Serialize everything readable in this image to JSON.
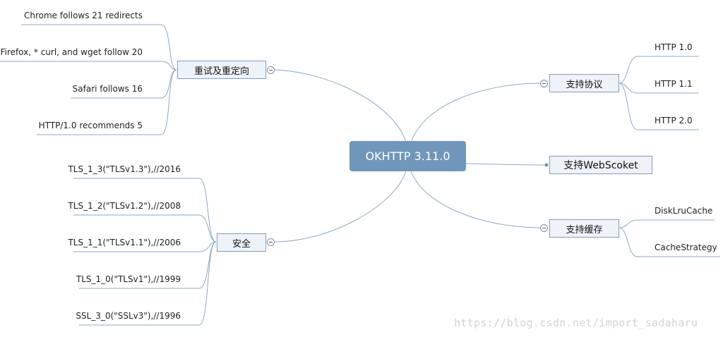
{
  "central": {
    "label": "OKHTTP 3.11.0"
  },
  "topics": {
    "redirects": {
      "label": "重试及重定向",
      "children": [
        "Chrome follows 21 redirects",
        "Firefox, * curl, and wget follow 20",
        "Safari follows 16",
        "HTTP/1.0 recommends 5"
      ]
    },
    "security": {
      "label": "安全",
      "children": [
        "TLS_1_3(\"TLSv1.3\"),//2016",
        "TLS_1_2(\"TLSv1.2\"),//2008",
        "TLS_1_1(\"TLSv1.1\"),//2006",
        "TLS_1_0(\"TLSv1\"),//1999",
        "SSL_3_0(\"SSLv3\"),//1996"
      ]
    },
    "protocols": {
      "label": "支持协议",
      "children": [
        "HTTP 1.0",
        "HTTP 1.1",
        "HTTP 2.0"
      ]
    },
    "websocket": {
      "label": "支持WebScoket"
    },
    "cache": {
      "label": "支持缓存",
      "children": [
        "DiskLruCache",
        "CacheStrategy"
      ]
    }
  },
  "watermark": "https://blog.csdn.net/import_sadaharu",
  "colors": {
    "central_fill": "#7097b9",
    "topic_fill": "#eef3f9",
    "topic_border": "#7f9db9",
    "line": "#8fa9c1"
  }
}
